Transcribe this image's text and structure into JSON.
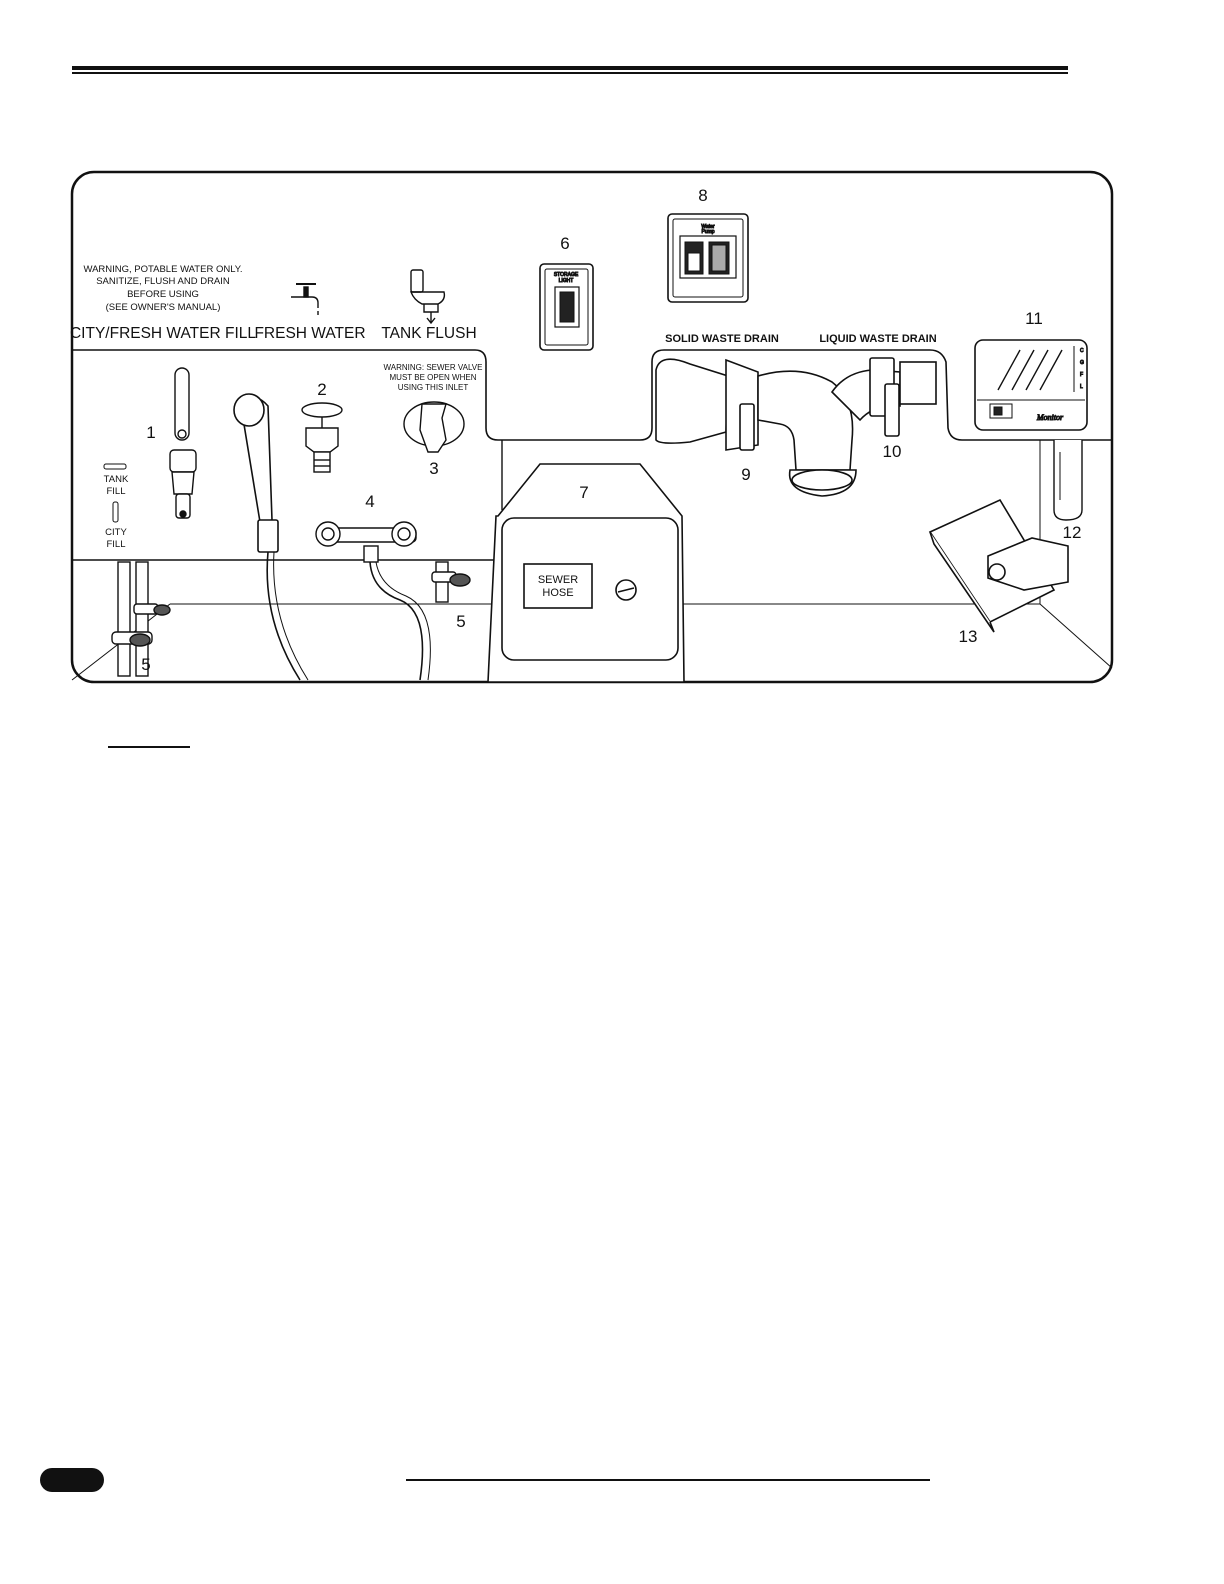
{
  "warnings": {
    "potable": [
      "WARNING, POTABLE WATER ONLY.",
      "SANITIZE, FLUSH AND DRAIN",
      "BEFORE USING",
      "(SEE OWNER'S MANUAL)"
    ],
    "sewer_valve": [
      "WARNING: SEWER VALVE",
      "MUST BE  OPEN WHEN",
      "USING THIS INLET"
    ]
  },
  "labels": {
    "city_fresh_fill": "CITY/FRESH WATER FILL",
    "fresh_water": "FRESH WATER",
    "tank_flush": "TANK FLUSH",
    "tank_fill": [
      "TANK",
      "FILL"
    ],
    "city_fill": [
      "CITY",
      "FILL"
    ],
    "solid_waste": "SOLID WASTE DRAIN",
    "liquid_waste": "LIQUID WASTE DRAIN",
    "sewer_hose": [
      "SEWER",
      "HOSE"
    ],
    "water_pump": [
      "Water",
      "Pump"
    ],
    "storage_light": [
      "STORAGE",
      "LIGHT"
    ],
    "monitor_brand": "Monitor",
    "monitor_scale": [
      "C",
      "G",
      "F",
      "L"
    ]
  },
  "callouts": {
    "c1": "1",
    "c2": "2",
    "c3": "3",
    "c4": "4",
    "c5a": "5",
    "c5b": "5",
    "c6": "6",
    "c7": "7",
    "c8": "8",
    "c9": "9",
    "c10": "10",
    "c11": "11",
    "c12": "12",
    "c13": "13"
  }
}
